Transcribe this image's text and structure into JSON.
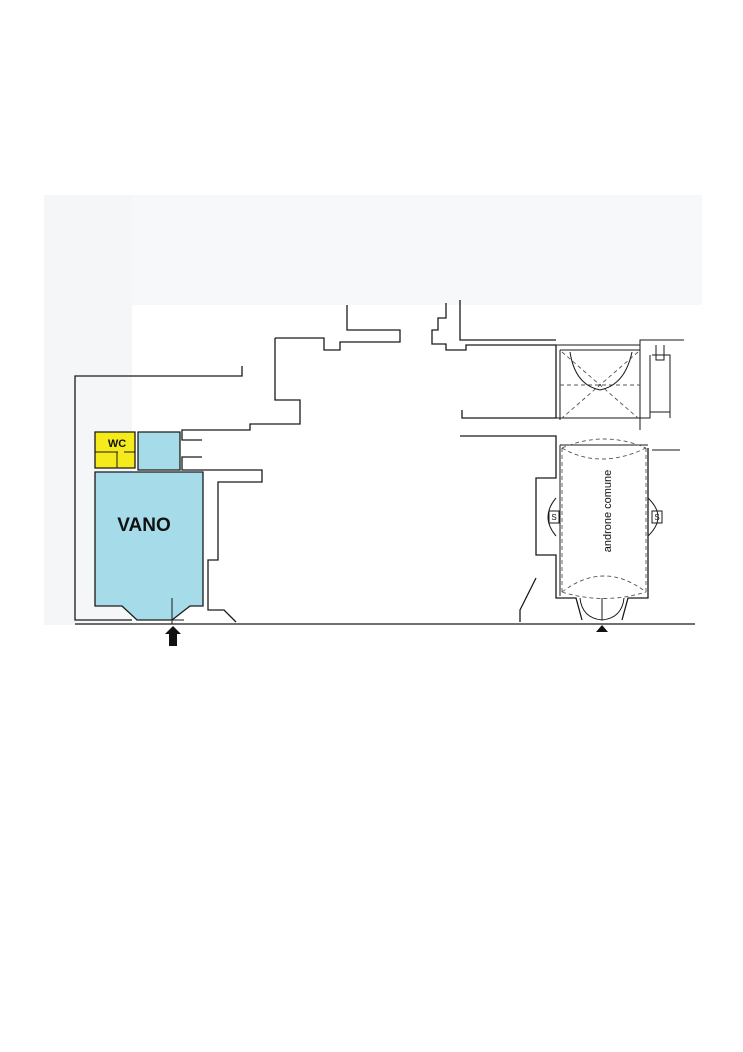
{
  "labels": {
    "vano": "VANO",
    "wc": "WC",
    "androne": "androne comune",
    "scala_left": "S",
    "scala_right": "S"
  },
  "colors": {
    "vano_fill": "#a6dcea",
    "wc_fill": "#f5ea1c",
    "wall": "#1a1a1a",
    "background": "#ffffff"
  },
  "icons": {
    "entrance_left": "arrow-up-icon",
    "entrance_right": "arrow-up-icon"
  }
}
